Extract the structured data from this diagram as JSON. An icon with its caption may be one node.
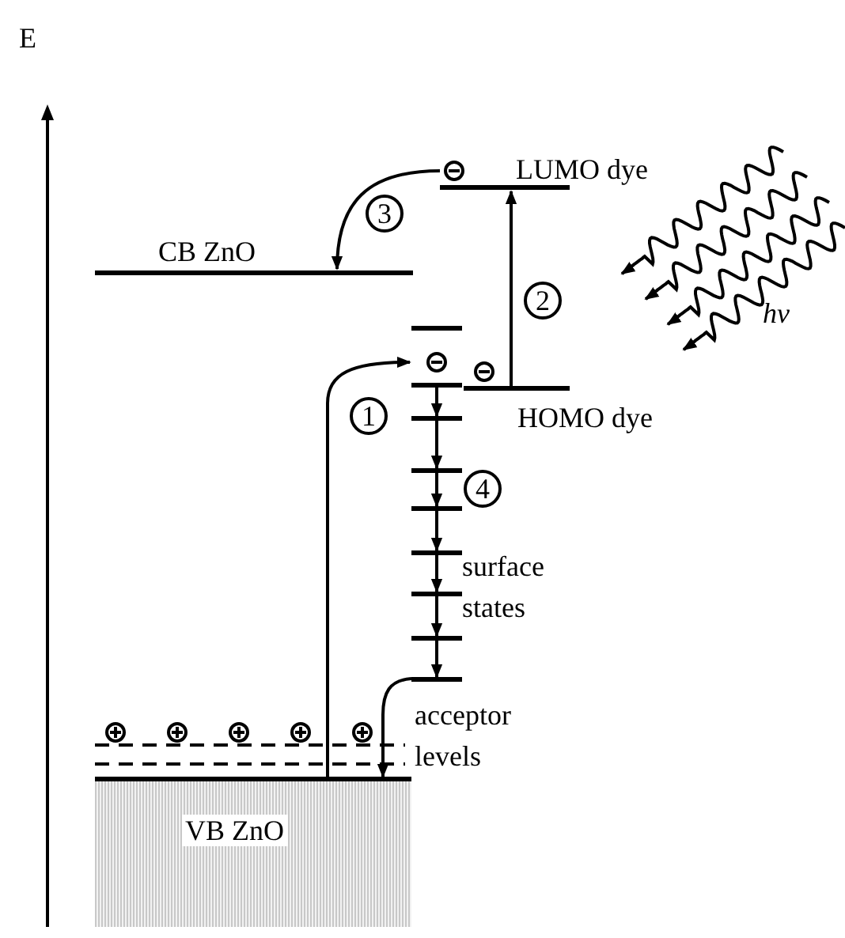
{
  "diagram": {
    "nodes": [
      {
        "text": [
          "LUMO dye"
        ]
      },
      {
        "text": [
          "CB ZnO"
        ]
      },
      {
        "text": [
          "HOMO dye"
        ]
      },
      {
        "text": [],
        "shape": "bar"
      },
      {
        "text": [],
        "shape": "bar"
      },
      {
        "text": [],
        "shape": "bar"
      },
      {
        "text": [],
        "shape": "bar"
      },
      {
        "text": [],
        "shape": "bar"
      },
      {
        "text": [],
        "shape": "bar"
      },
      {
        "text": [],
        "shape": "bar"
      },
      {
        "text": [],
        "shape": "bar"
      },
      {
        "text": [],
        "shape": "bar"
      },
      {
        "text": [
          "VB ZnO"
        ]
      }
    ],
    "edges": [
      {
        "from": 2,
        "to": 0,
        "arrow": "to"
      },
      {
        "from": 0,
        "to": 1,
        "arrow": "to"
      },
      {
        "from": 12,
        "to": 4,
        "arrow": "to"
      },
      {
        "from": 4,
        "to": 5,
        "arrow": "to"
      },
      {
        "from": 5,
        "to": 6,
        "arrow": "to"
      },
      {
        "from": 6,
        "to": 7,
        "arrow": "to"
      },
      {
        "from": 7,
        "to": 8,
        "arrow": "to"
      },
      {
        "from": 8,
        "to": 9,
        "arrow": "to"
      },
      {
        "from": 9,
        "to": 10,
        "arrow": "to"
      },
      {
        "from": 10,
        "to": 11,
        "arrow": "to"
      },
      {
        "from": 11,
        "to": 12,
        "arrow": "to"
      }
    ],
    "labels": [
      "E",
      "3",
      "2",
      "hν",
      "1",
      "4",
      "surface states",
      "acceptor levels"
    ]
  }
}
